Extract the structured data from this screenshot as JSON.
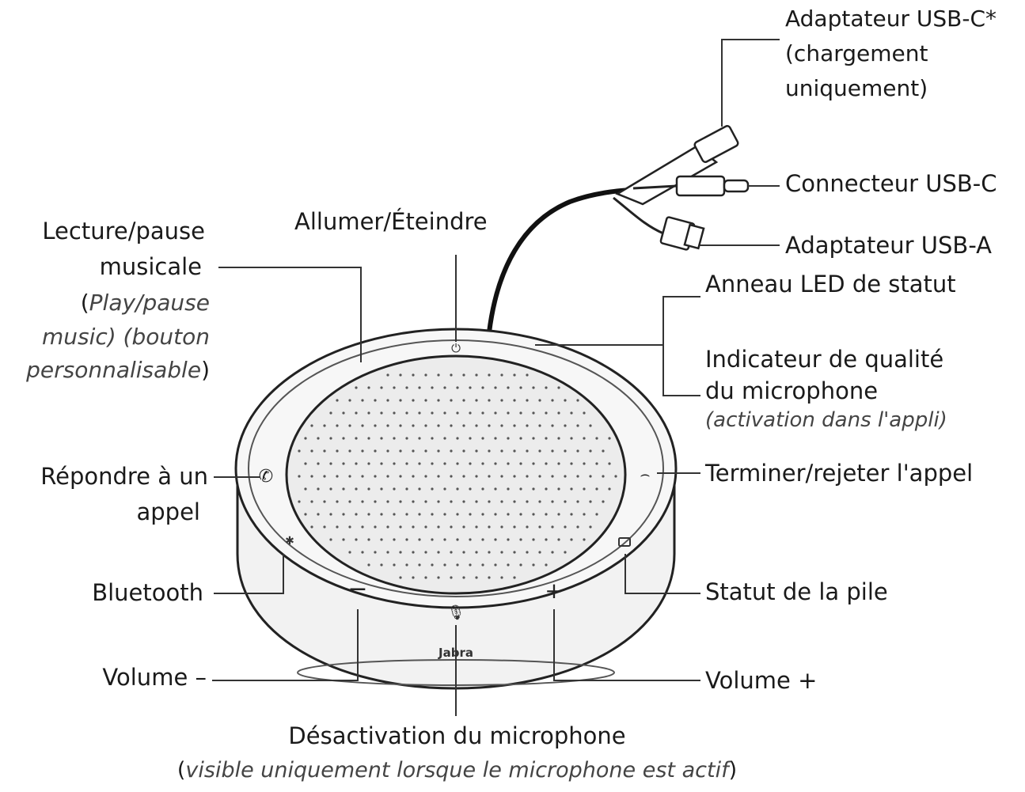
{
  "labels": {
    "usbc_adapter": [
      "Adaptateur USB-C*",
      "(chargement",
      "uniquement)"
    ],
    "usbc_connector": "Connecteur USB-C",
    "usba_adapter": "Adaptateur USB-A",
    "led_ring": "Anneau LED de statut",
    "mic_quality": [
      "Indicateur de qualité",
      "du microphone"
    ],
    "mic_quality_note": "(activation dans l'appli)",
    "end_call": "Terminer/rejeter l'appel",
    "battery": "Statut de la pile",
    "volume_up": "Volume +",
    "mic_mute": "Désactivation du microphone",
    "mic_mute_note_open": "(",
    "mic_mute_note": "visible uniquement lorsque le microphone est actif",
    "mic_mute_note_close": ")",
    "power": "Allumer/Éteindre",
    "play_pause": [
      "Lecture/pause",
      "musicale"
    ],
    "play_pause_open": "(",
    "play_pause_note": [
      "Play/pause",
      "music) (bouton",
      "personnalisable"
    ],
    "play_pause_close": ")",
    "answer_call": [
      "Répondre à un",
      "appel"
    ],
    "bluetooth": "Bluetooth",
    "volume_down": "Volume –"
  },
  "device": {
    "brand": "Jabra"
  },
  "colors": {
    "line": "#333333",
    "device_fill": "#f4f4f4",
    "grille": "#e9e9e9",
    "dots": "#555555"
  }
}
